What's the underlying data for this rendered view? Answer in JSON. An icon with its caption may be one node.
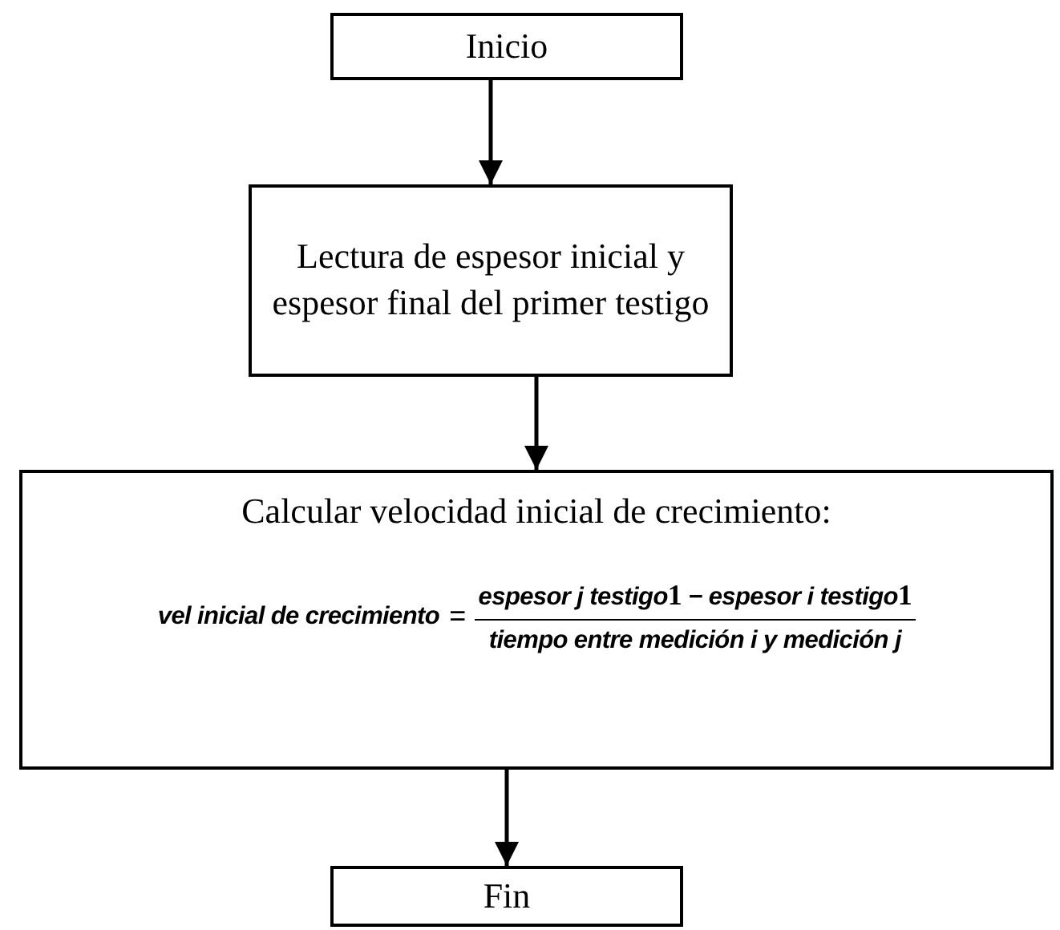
{
  "diagram": {
    "nodes": [
      {
        "text": [
          "Inicio"
        ]
      },
      {
        "text": [
          "Lectura de espesor inicial y espesor final del primer testigo"
        ]
      },
      {
        "text": [
          "Calcular velocidad inicial de crecimiento:",
          "vel inicial de crecimiento",
          "=",
          "espesor j testigo**1** − espesor i testigo**1**",
          "tiempo entre medición i y medición j"
        ]
      },
      {
        "text": [
          "Fin"
        ]
      }
    ],
    "edges": [
      {
        "from": 0,
        "to": 1,
        "arrow": "to"
      },
      {
        "from": 1,
        "to": 2,
        "arrow": "to"
      },
      {
        "from": 2,
        "to": 3,
        "arrow": "to"
      }
    ]
  }
}
